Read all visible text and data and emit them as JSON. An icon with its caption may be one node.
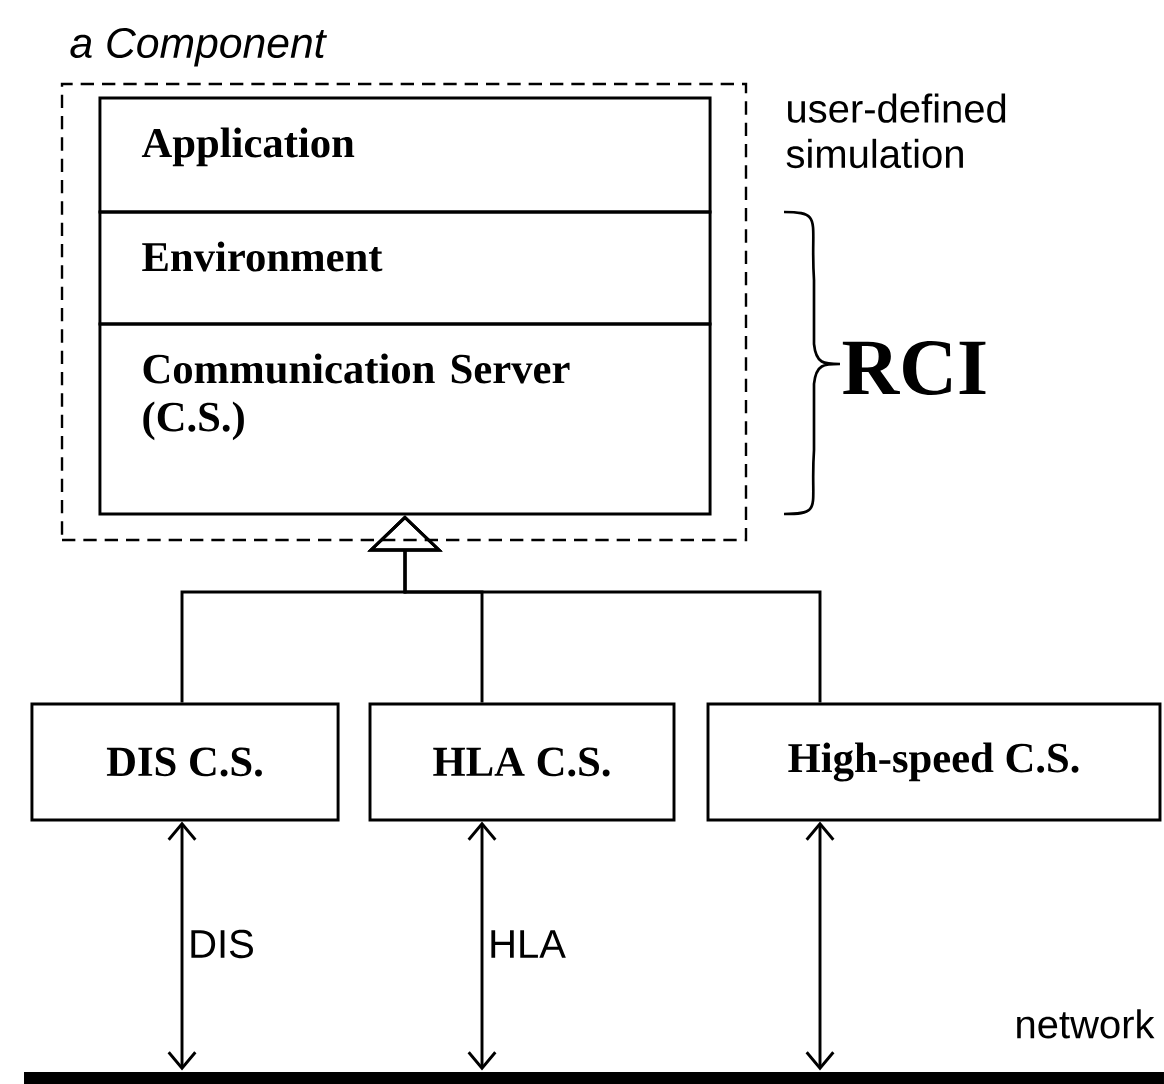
{
  "diagram": {
    "nodes": [
      {
        "text": [
          "a Component"
        ]
      },
      {
        "text": [
          "Application"
        ],
        "in": 0
      },
      {
        "text": [
          "Environment"
        ],
        "in": 0
      },
      {
        "text": [
          "Communication Server (C.S.)"
        ],
        "in": 0
      },
      {
        "text": [
          "DIS C.S."
        ]
      },
      {
        "text": [
          "HLA C.S."
        ]
      },
      {
        "text": [
          "High-speed C.S."
        ]
      },
      {
        "text": [],
        "shape": "bar",
        "beside": [
          "network"
        ]
      }
    ],
    "edges": [
      {
        "from": 4,
        "to": 3,
        "arrow": "to"
      },
      {
        "from": 5,
        "to": 3,
        "arrow": "to"
      },
      {
        "from": 6,
        "to": 3,
        "arrow": "to"
      },
      {
        "from": 4,
        "to": 7,
        "arrow": "both",
        "label": "DIS"
      },
      {
        "from": 5,
        "to": 7,
        "arrow": "both",
        "label": "HLA"
      },
      {
        "from": 6,
        "to": 7,
        "arrow": "both"
      }
    ],
    "labels": [
      "user-defined simulation",
      "RCI"
    ]
  }
}
